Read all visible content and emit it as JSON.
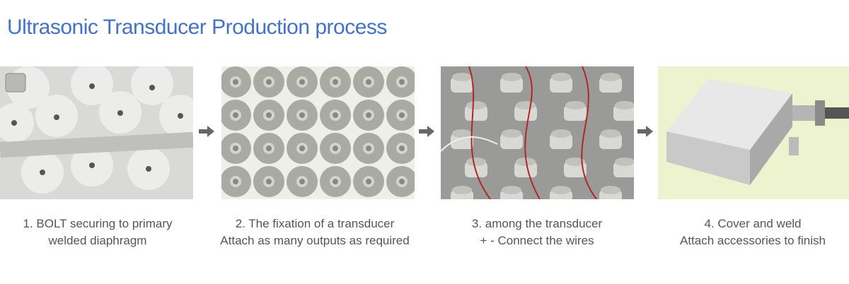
{
  "title": "Ultrasonic Transducer Production process",
  "steps": [
    {
      "line1": "1. BOLT securing to primary",
      "line2": "welded diaphragm"
    },
    {
      "line1": "2. The fixation of a transducer",
      "line2": "Attach as many outputs as required"
    },
    {
      "line1": "3. among the transducer",
      "line2": "+ - Connect the wires"
    },
    {
      "line1": "4. Cover and weld",
      "line2": "Attach accessories to finish"
    }
  ],
  "colors": {
    "title": "#4472c4",
    "arrow": "#666666",
    "caption": "#555555"
  }
}
